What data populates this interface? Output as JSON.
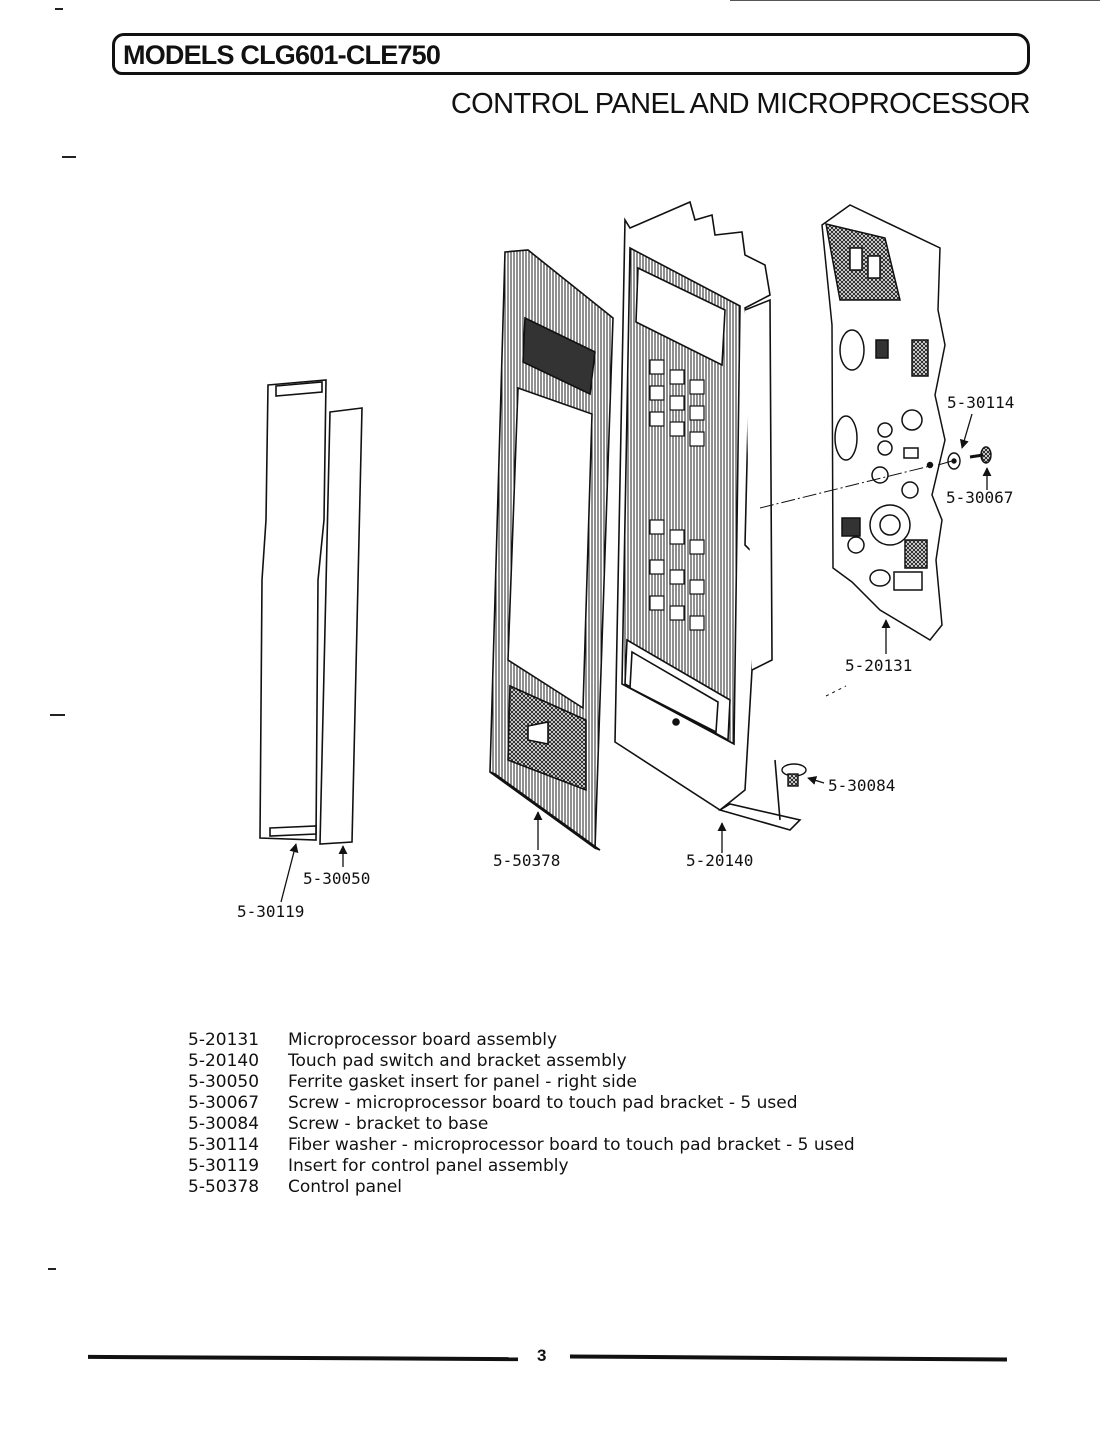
{
  "header": {
    "models_title": "MODELS CLG601-CLE750",
    "section_title": "CONTROL PANEL AND MICROPROCESSOR"
  },
  "callouts": {
    "board": "5-20131",
    "bracket": "5-20140",
    "gasket": "5-30050",
    "screw_board": "5-30067",
    "screw_base": "5-30084",
    "washer": "5-30114",
    "insert": "5-30119",
    "panel": "5-50378"
  },
  "parts": [
    {
      "code": "5-20131",
      "description": "Microprocessor board assembly"
    },
    {
      "code": "5-20140",
      "description": "Touch pad switch and bracket assembly"
    },
    {
      "code": "5-30050",
      "description": "Ferrite gasket insert for panel - right side"
    },
    {
      "code": "5-30067",
      "description": "Screw - microprocessor board to touch pad bracket - 5 used"
    },
    {
      "code": "5-30084",
      "description": "Screw - bracket to base"
    },
    {
      "code": "5-30114",
      "description": "Fiber washer - microprocessor board to touch pad bracket - 5 used"
    },
    {
      "code": "5-30119",
      "description": "Insert for control panel assembly"
    },
    {
      "code": "5-50378",
      "description": "Control panel"
    }
  ],
  "footer": {
    "page_number": "3"
  }
}
